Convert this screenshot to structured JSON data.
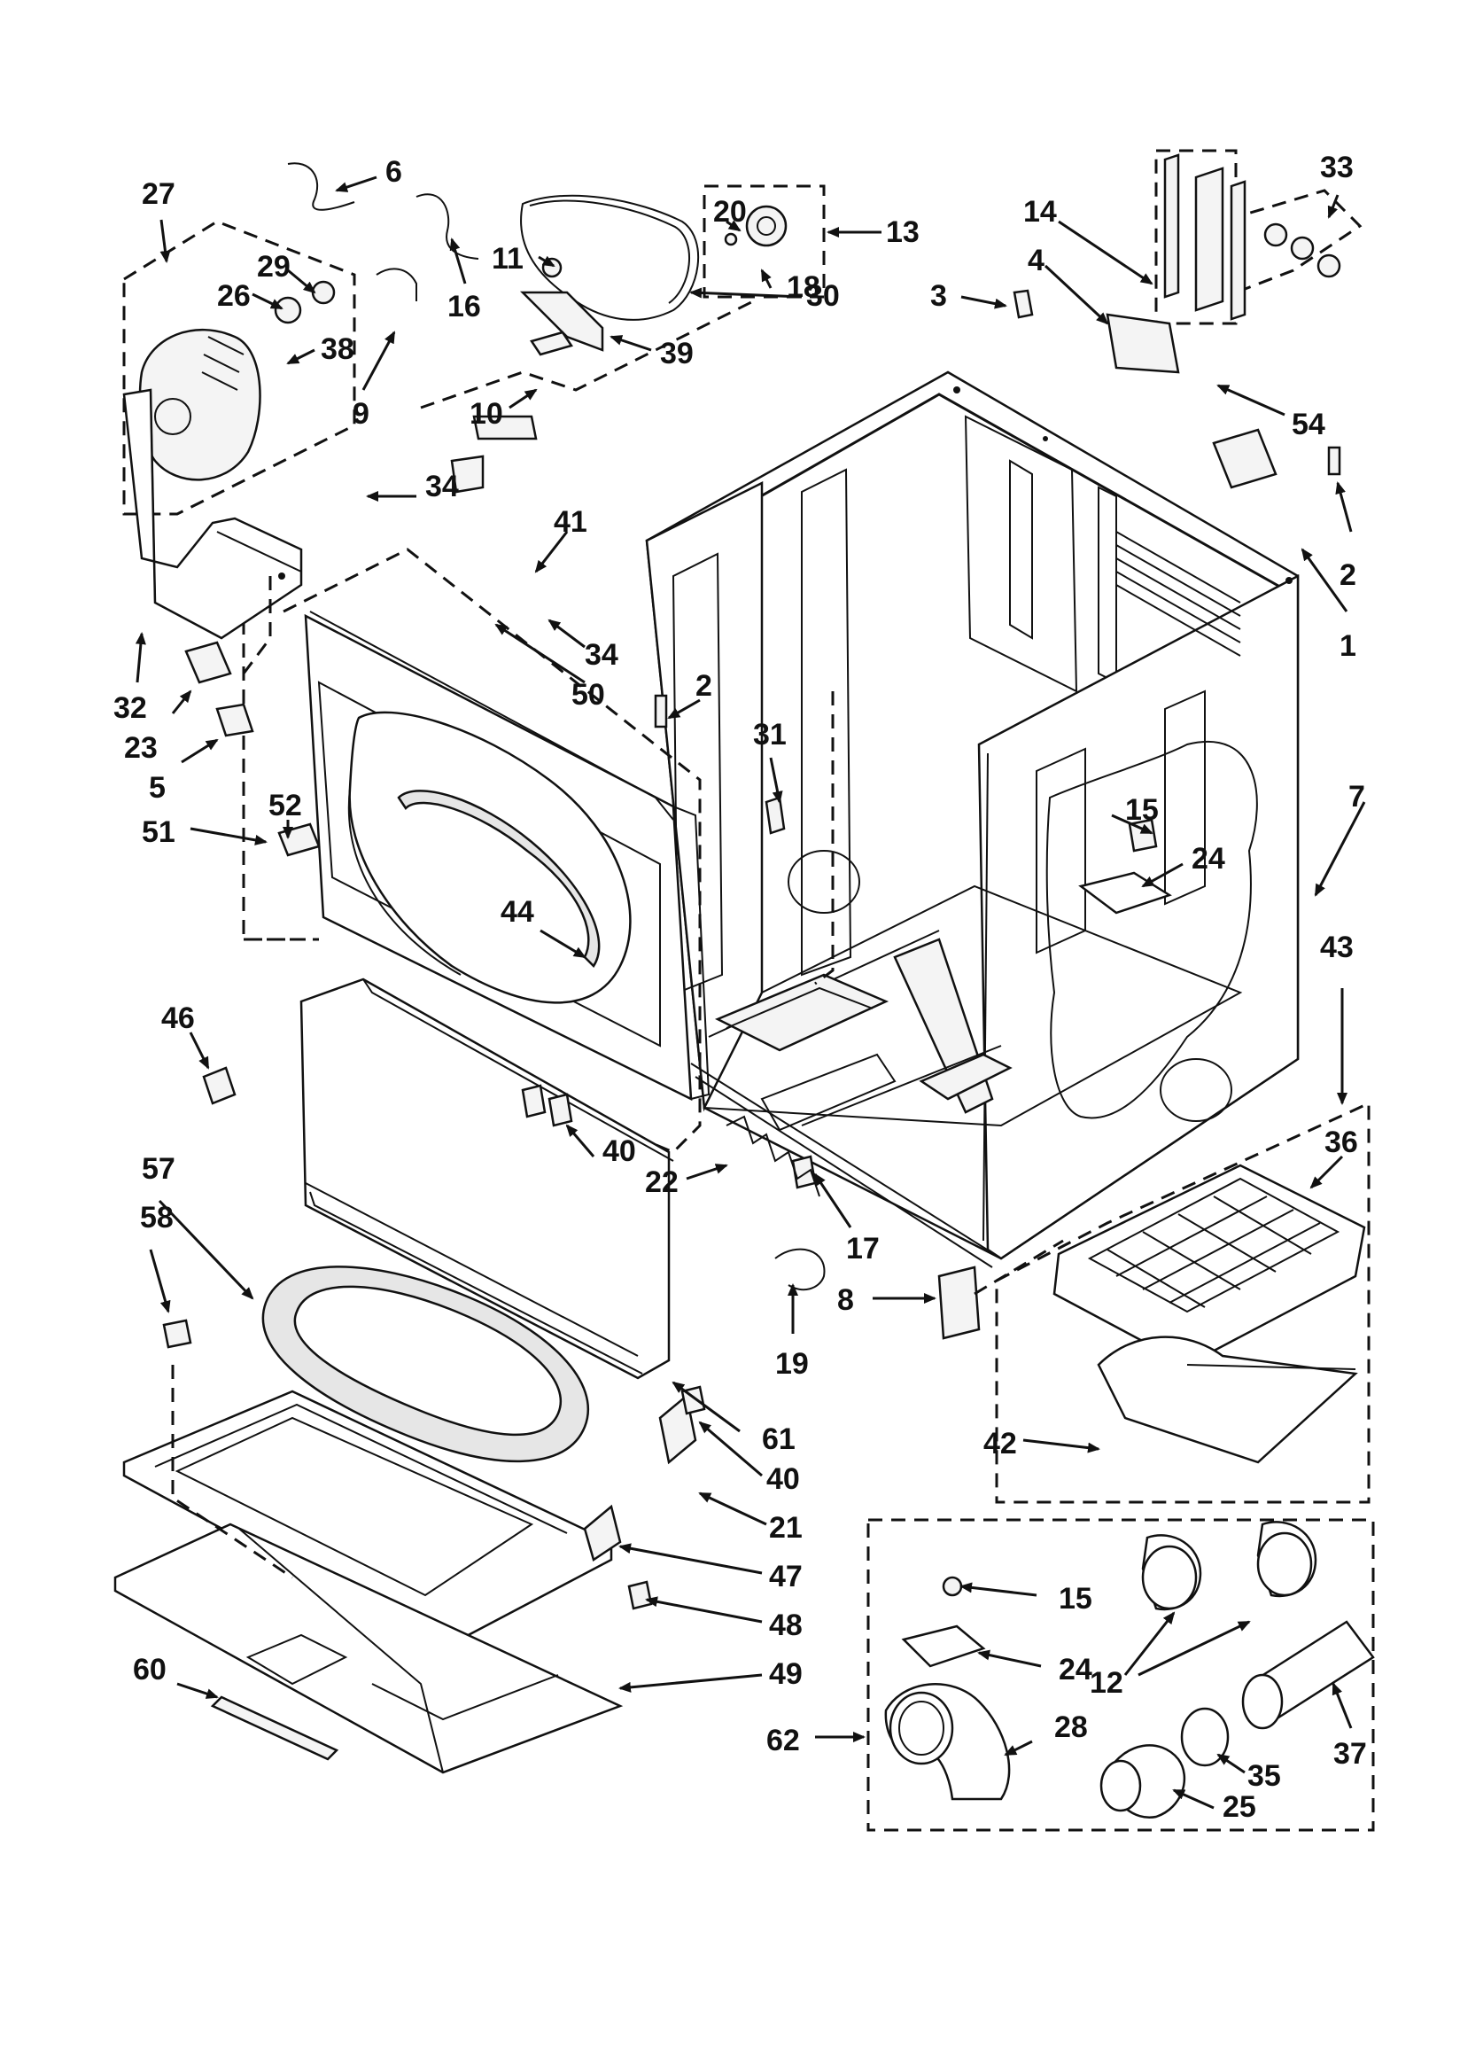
{
  "labels": {
    "p1": "1",
    "p2a": "2",
    "p2b": "2",
    "p3": "3",
    "p4": "4",
    "p5": "5",
    "p6": "6",
    "p7": "7",
    "p8": "8",
    "p9": "9",
    "p10": "10",
    "p11": "11",
    "p12": "12",
    "p13": "13",
    "p14": "14",
    "p15a": "15",
    "p15b": "15",
    "p16": "16",
    "p17": "17",
    "p18": "18",
    "p19": "19",
    "p20": "20",
    "p21": "21",
    "p22": "22",
    "p23": "23",
    "p24a": "24",
    "p24b": "24",
    "p25": "25",
    "p26": "26",
    "p27": "27",
    "p28": "28",
    "p29": "29",
    "p30": "30",
    "p31": "31",
    "p32": "32",
    "p33": "33",
    "p34a": "34",
    "p34b": "34",
    "p35": "35",
    "p36": "36",
    "p37": "37",
    "p38": "38",
    "p39": "39",
    "p40a": "40",
    "p40b": "40",
    "p41": "41",
    "p42": "42",
    "p43": "43",
    "p44": "44",
    "p46": "46",
    "p47": "47",
    "p48": "48",
    "p49": "49",
    "p50": "50",
    "p51": "51",
    "p52": "52",
    "p54": "54",
    "p57": "57",
    "p58": "58",
    "p60": "60",
    "p61": "61",
    "p62": "62"
  }
}
